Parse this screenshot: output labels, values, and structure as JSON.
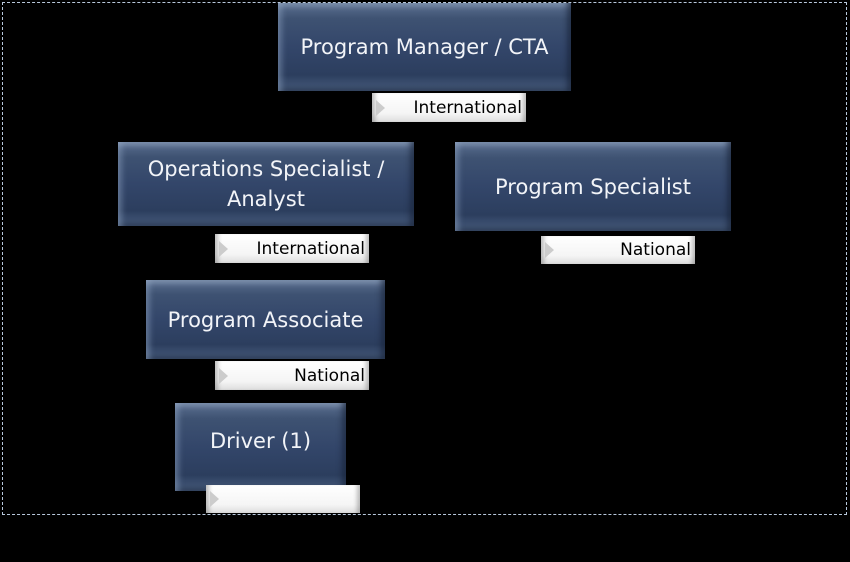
{
  "positions": [
    {
      "title": "Program Manager / CTA",
      "type": "International"
    },
    {
      "title": "Operations Specialist / Analyst",
      "type": "International"
    },
    {
      "title": "Program Specialist",
      "type": "National"
    },
    {
      "title": "Program Associate",
      "type": "National"
    },
    {
      "title": "Driver (1)",
      "type": ""
    }
  ],
  "colors": {
    "box": "#33466a",
    "tag": "#ffffff",
    "border": "#b8c8dc"
  }
}
